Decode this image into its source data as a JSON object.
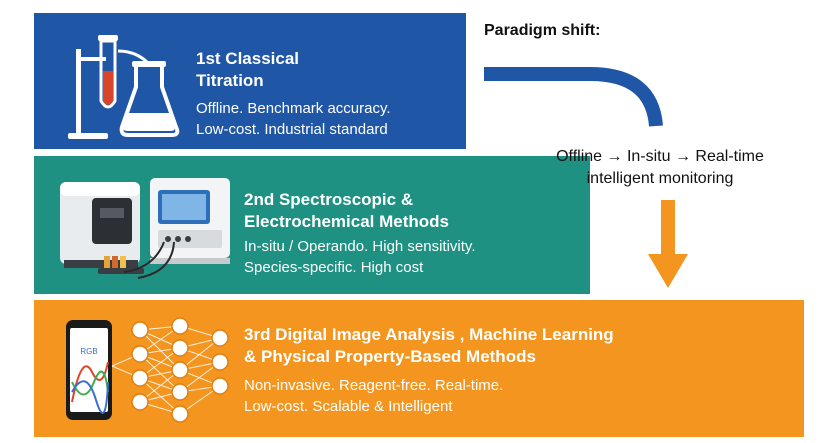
{
  "paradigm_title": "Paradigm shift:",
  "paradigm_caption": {
    "line1": "Offline → In-situ → Real-time",
    "line2": "intelligent monitoring"
  },
  "stages": [
    {
      "title_line1": "1st Classical",
      "title_line2": "Titration",
      "desc_line1": "Offline. Benchmark accuracy.",
      "desc_line2": "Low-cost. Industrial standard",
      "color": "#1f56a6",
      "icon": "titration-flask-icon"
    },
    {
      "title_line1": "2nd Spectroscopic &",
      "title_line2": "Electrochemical Methods",
      "desc_line1": "In-situ / Operando. High sensitivity.",
      "desc_line2": "Species-specific. High cost",
      "color": "#1e9183",
      "icon": "spectrometer-instrument-icon"
    },
    {
      "title_line1": "3rd Digital Image Analysis , Machine Learning",
      "title_line2": "& Physical Property-Based Methods",
      "desc_line1": "Non-invasive. Reagent-free. Real-time.",
      "desc_line2": "Low-cost. Scalable & Intelligent",
      "color": "#f3951e",
      "icon": "smartphone-neural-network-icon",
      "phone_label": "RGB"
    }
  ],
  "arrow_color": "#1f56a6",
  "arrow_head_color": "#f3951e"
}
